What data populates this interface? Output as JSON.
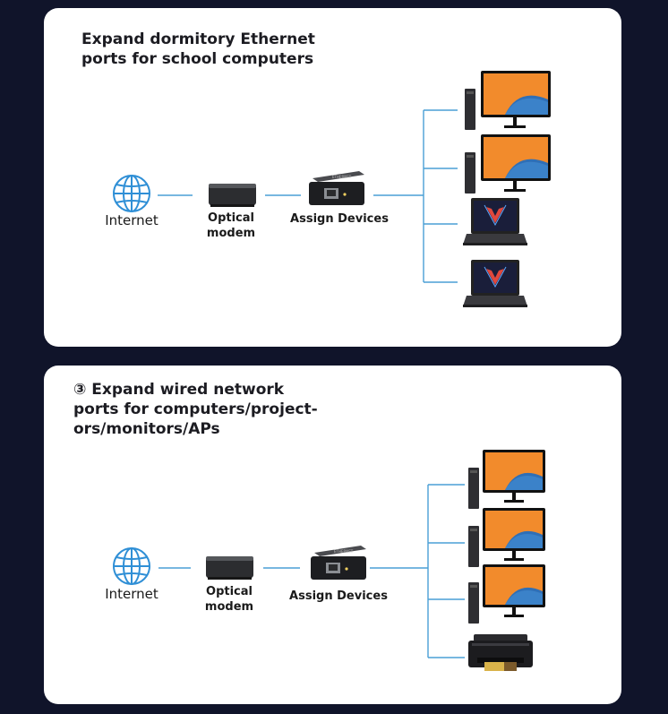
{
  "panels": [
    {
      "title": "Expand dormitory Ethernet\nports for school computers",
      "nodes": {
        "internet": "Internet",
        "modem": "Optical\nmodem",
        "switch": "Assign Devices"
      },
      "devices": [
        "desktop-monitor-icon",
        "desktop-monitor-icon",
        "laptop-icon",
        "laptop-icon"
      ]
    },
    {
      "title": "③ Expand wired network\nports for computers/project-\nors/monitors/APs",
      "nodes": {
        "internet": "Internet",
        "modem": "Optical\nmodem",
        "switch": "Assign Devices"
      },
      "devices": [
        "desktop-monitor-icon",
        "desktop-monitor-icon",
        "desktop-monitor-icon",
        "printer-icon"
      ]
    }
  ],
  "colors": {
    "line": "#4a9fd6",
    "globe": "#2f8fd6",
    "background": "#10142a"
  }
}
